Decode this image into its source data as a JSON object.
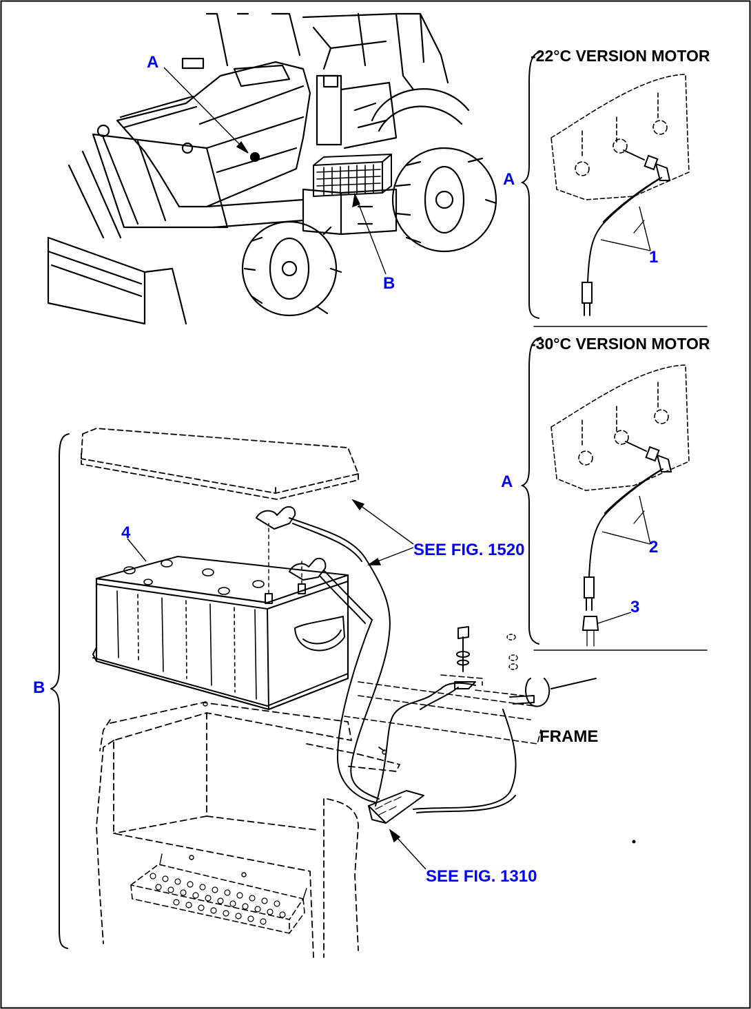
{
  "colors": {
    "label": "#0000ff",
    "ink": "#000000",
    "background": "#ffffff"
  },
  "callouts": {
    "overview_a": "A",
    "overview_b": "B",
    "detail_a_top": "A",
    "detail_a_bottom": "A",
    "detail_b": "B",
    "item_1": "1",
    "item_2": "2",
    "item_3": "3",
    "item_4": "4"
  },
  "headers": {
    "version_22": "-22°C VERSION  MOTOR",
    "version_30": "-30°C VERSION  MOTOR"
  },
  "references": {
    "fig_1520": "SEE FIG. 1520",
    "fig_1310": "SEE FIG. 1310"
  },
  "part_labels": {
    "frame": "FRAME"
  }
}
